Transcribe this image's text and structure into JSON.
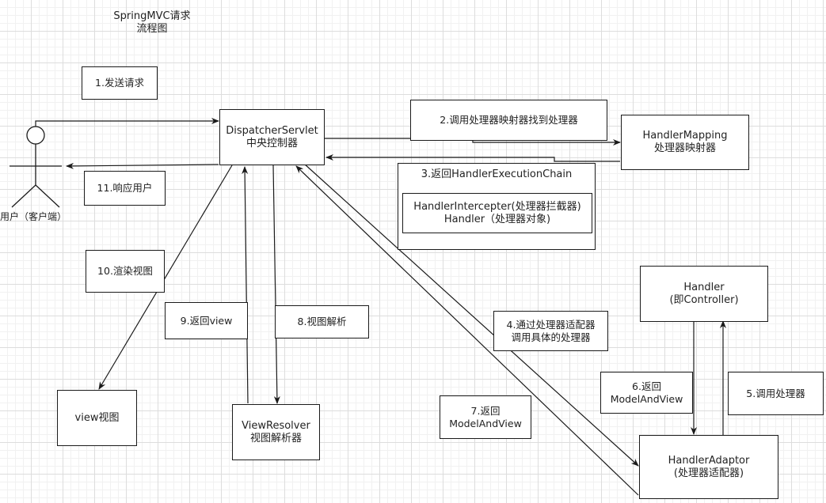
{
  "title": {
    "line1": "SpringMVC请求",
    "line2": "流程图"
  },
  "actor": {
    "label": "用户（客户端）"
  },
  "nodes": {
    "dispatcher": {
      "line1": "DispatcherServlet",
      "line2": "中央控制器"
    },
    "handler_mapping": {
      "line1": "HandlerMapping",
      "line2": "处理器映射器"
    },
    "execution_chain": {
      "title": "3.返回HandlerExecutionChain",
      "line1": "HandlerIntercepter(处理器拦截器)",
      "line2": "Handler（处理器对象)"
    },
    "handler": {
      "line1": "Handler",
      "line2": "(即Controller)"
    },
    "handler_adaptor": {
      "line1": "HandlerAdaptor",
      "line2": "(处理器适配器)"
    },
    "view_resolver": {
      "line1": "ViewResolver",
      "line2": "视图解析器"
    },
    "view": {
      "label": "view视图"
    }
  },
  "steps": {
    "s1": "1.发送请求",
    "s2": "2.调用处理器映射器找到处理器",
    "s4_line1": "4.通过处理器适配器",
    "s4_line2": "调用具体的处理器",
    "s5": "5.调用处理器",
    "s6_line1": "6.返回",
    "s6_line2": "ModelAndView",
    "s7_line1": "7.返回",
    "s7_line2": "ModelAndView",
    "s8": "8.视图解析",
    "s9": "9.返回view",
    "s10": "10.渲染视图",
    "s11": "11.响应用户"
  },
  "colors": {
    "line": "#1a1a1a",
    "box_border": "#1a1a1a",
    "grid": "#dddddd"
  }
}
